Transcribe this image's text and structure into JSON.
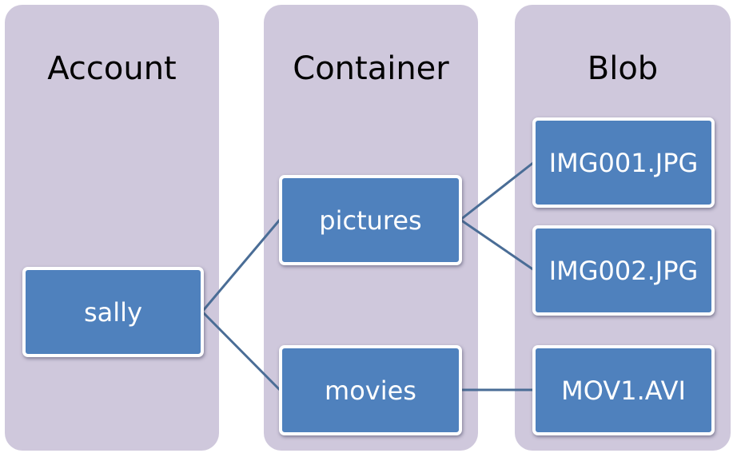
{
  "columns": {
    "account": {
      "title": "Account"
    },
    "container": {
      "title": "Container"
    },
    "blob": {
      "title": "Blob"
    }
  },
  "nodes": {
    "account": "sally",
    "containers": [
      "pictures",
      "movies"
    ],
    "blobs": [
      "IMG001.JPG",
      "IMG002.JPG",
      "MOV1.AVI"
    ]
  },
  "colors": {
    "panel": "#cfc8dc",
    "node_fill": "#4f81bd",
    "node_border": "#ffffff",
    "connector": "#4a6d96"
  }
}
